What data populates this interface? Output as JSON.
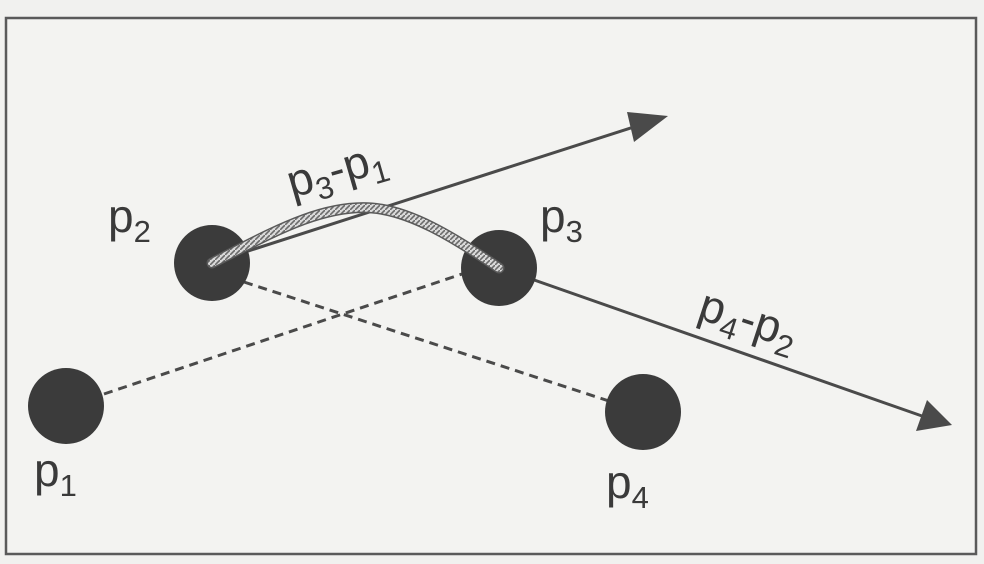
{
  "diagram": {
    "labels": {
      "p1": {
        "base": "p",
        "sub": "1"
      },
      "p2": {
        "base": "p",
        "sub": "2"
      },
      "p3": {
        "base": "p",
        "sub": "3"
      },
      "p4": {
        "base": "p",
        "sub": "4"
      },
      "v31": {
        "a": "p",
        "a_sub": "3",
        "op": "-",
        "b": "p",
        "b_sub": "1"
      },
      "v42": {
        "a": "p",
        "a_sub": "4",
        "op": "-",
        "b": "p",
        "b_sub": "2"
      }
    },
    "colors": {
      "background": "#f1f1ef",
      "frame": "#5a5a5a",
      "point": "#3b3b3b",
      "line": "#4a4a4a",
      "curve": "#a9a9a9",
      "text": "#3a3a3a"
    }
  }
}
